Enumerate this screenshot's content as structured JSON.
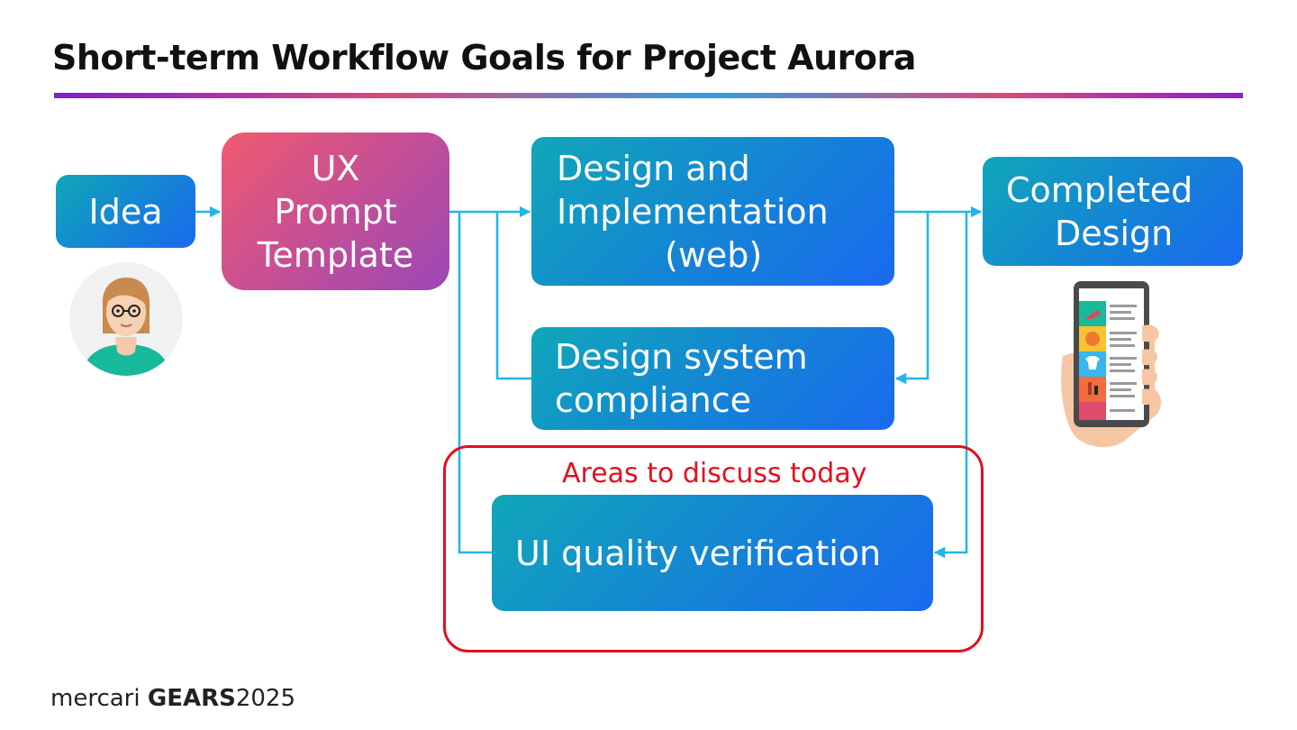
{
  "title": "Short-term Workflow Goals for Project Aurora",
  "nodes": {
    "idea": "Idea",
    "ux_prompt": [
      "UX",
      "Prompt",
      "Template"
    ],
    "design_impl": [
      "Design and",
      "Implementation",
      "(web)"
    ],
    "completed": [
      "Completed",
      "Design"
    ],
    "design_system": [
      "Design system",
      "compliance"
    ],
    "ui_quality": "UI quality verification"
  },
  "discuss_label": "Areas to discuss today",
  "footer": {
    "brand": "mercari",
    "event": "GEARS",
    "year": "2025"
  },
  "colors": {
    "accent_red": "#e30f1e",
    "connector": "#1fb6ea",
    "box_blue_start": "#10a7b9",
    "box_blue_end": "#1a6af0",
    "box_pink_start": "#f05a6e",
    "box_pink_end": "#9a48b5"
  }
}
